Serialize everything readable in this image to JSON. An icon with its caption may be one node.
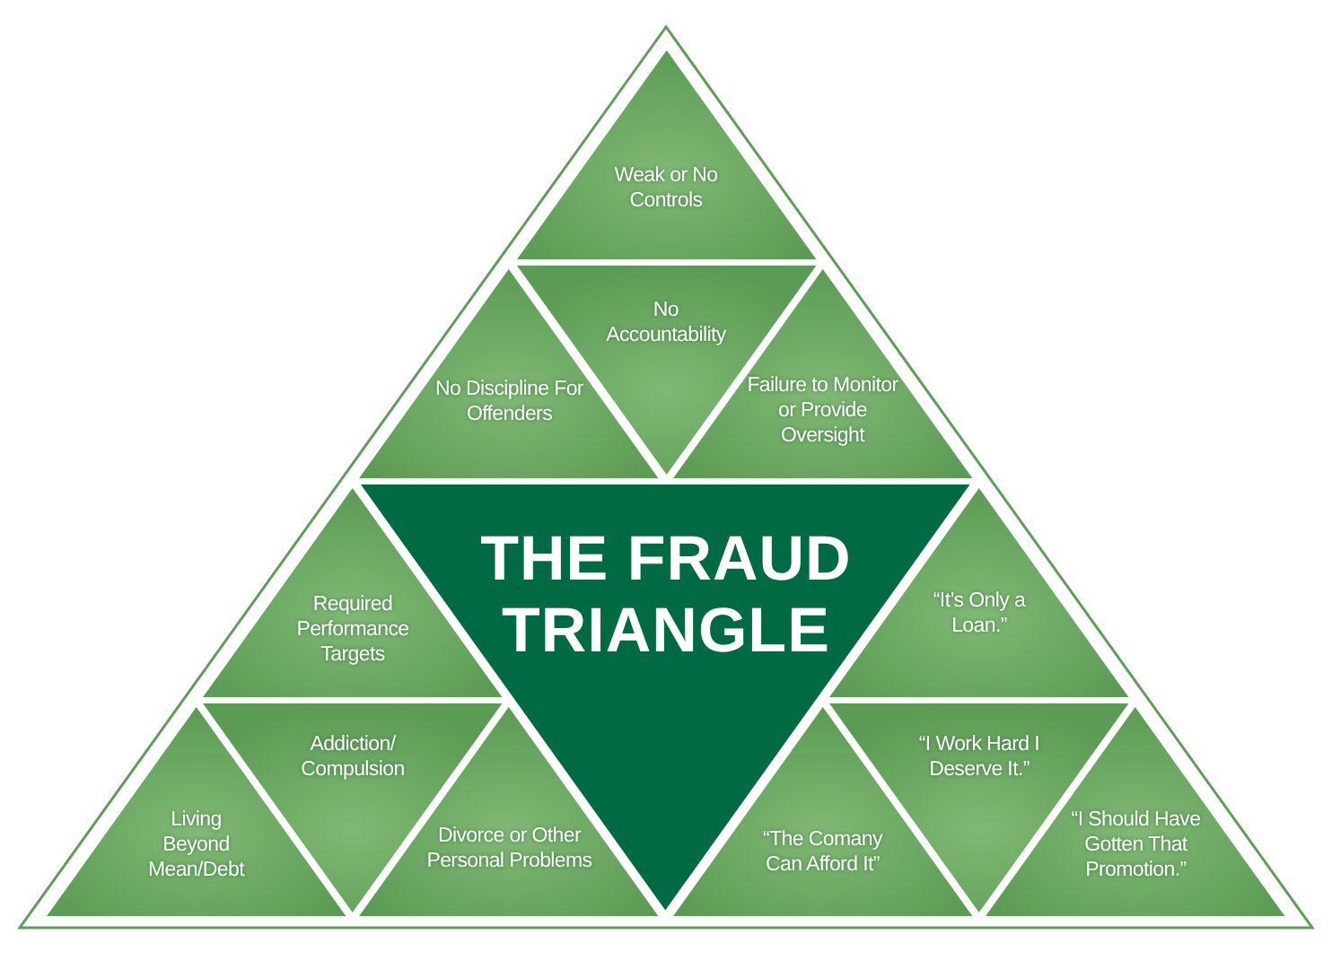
{
  "diagram": {
    "title": "THE FRAUD TRIANGLE",
    "nodes": [
      {
        "text": [
          "Weak or No Controls"
        ]
      },
      {
        "text": [
          "No Discipline For Offenders"
        ]
      },
      {
        "text": [
          "No Accountability"
        ]
      },
      {
        "text": [
          "Failure to Monitor or Provide Oversight"
        ]
      },
      {
        "text": [
          "Required Performance Targets"
        ]
      },
      {
        "text": [
          "Living Beyond Mean/Debt"
        ]
      },
      {
        "text": [
          "Addiction/ Compulsion"
        ]
      },
      {
        "text": [
          "Divorce or Other Personal Problems"
        ]
      },
      {
        "text": [
          "“It’s Only a Loan.”"
        ]
      },
      {
        "text": [
          "“The Comany Can Afford It”"
        ]
      },
      {
        "text": [
          "“I Work Hard I Deserve It.”"
        ]
      },
      {
        "text": [
          "“I Should Have Gotten That Promotion.”"
        ]
      }
    ]
  }
}
